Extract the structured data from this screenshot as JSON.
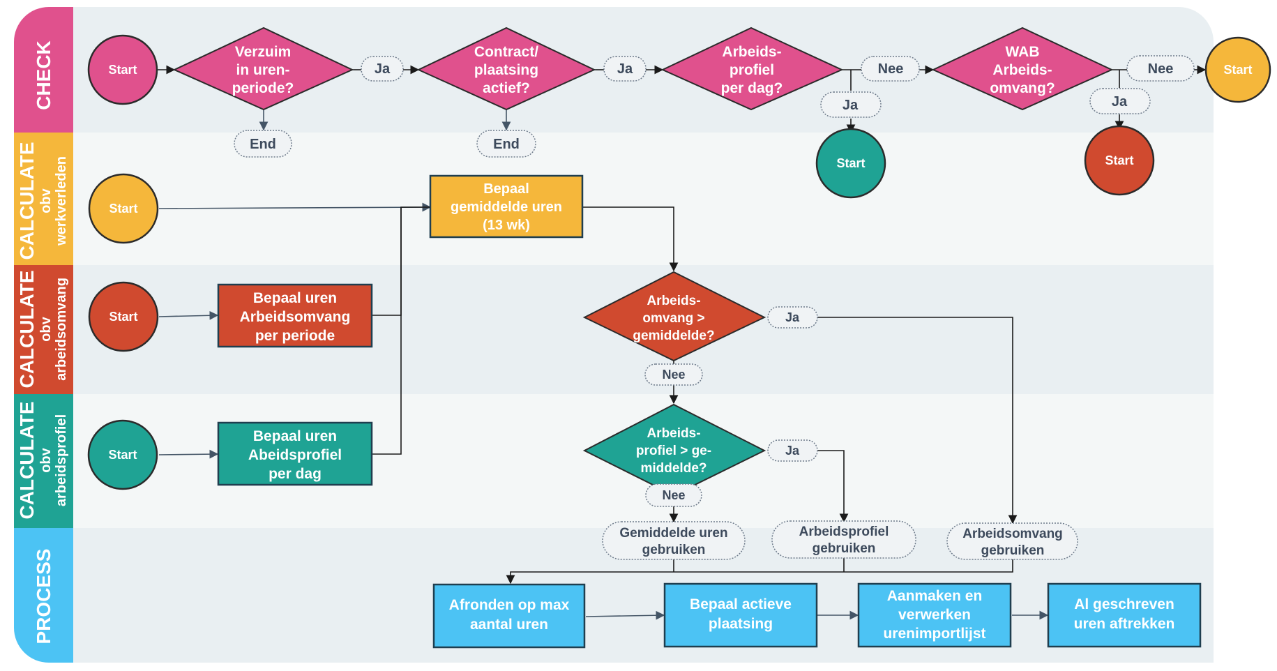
{
  "colors": {
    "pink": "#e0518d",
    "yellow": "#f5b73b",
    "red": "#d04a2f",
    "teal": "#1fa394",
    "blue": "#4cc3f4",
    "lane_bg_a": "#e9eff2",
    "lane_bg_b": "#f4f7f7",
    "pill_bg": "#f0f3f5",
    "pill_border": "#6d7a8a"
  },
  "lanes": [
    {
      "id": "check",
      "title": "CHECK",
      "subtitle": [],
      "color": "#e0518d"
    },
    {
      "id": "calc-werkverleden",
      "title": "CALCULATE",
      "subtitle": [
        "obv",
        "werkverleden"
      ],
      "color": "#f5b73b"
    },
    {
      "id": "calc-arbeidsomvang",
      "title": "CALCULATE",
      "subtitle": [
        "obv",
        "arbeidsomvang"
      ],
      "color": "#d04a2f"
    },
    {
      "id": "calc-arbeidsprofiel",
      "title": "CALCULATE",
      "subtitle": [
        "obv",
        "arbeidsprofiel"
      ],
      "color": "#1fa394"
    },
    {
      "id": "process",
      "title": "PROCESS",
      "subtitle": [],
      "color": "#4cc3f4"
    }
  ],
  "nodes": {
    "check_start": {
      "lines": [
        "Start"
      ]
    },
    "d_verzuim": {
      "lines": [
        "Verzuim",
        "in uren-",
        "periode?"
      ]
    },
    "d_contract": {
      "lines": [
        "Contract/",
        "plaatsing",
        "actief?"
      ]
    },
    "d_profiel_dag": {
      "lines": [
        "Arbeids-",
        "profiel",
        "per dag?"
      ]
    },
    "d_wab": {
      "lines": [
        "WAB",
        "Arbeids-",
        "omvang?"
      ]
    },
    "start_yellow_end": {
      "lines": [
        "Start"
      ]
    },
    "start_teal_check": {
      "lines": [
        "Start"
      ]
    },
    "start_red_check": {
      "lines": [
        "Start"
      ]
    },
    "end_1": {
      "lines": [
        "End"
      ]
    },
    "end_2": {
      "lines": [
        "End"
      ]
    },
    "werk_start": {
      "lines": [
        "Start"
      ]
    },
    "bepaal_gem": {
      "lines": [
        "Bepaal",
        "gemiddelde uren",
        "(13 wk)"
      ]
    },
    "omvang_start": {
      "lines": [
        "Start"
      ]
    },
    "bepaal_omvang": {
      "lines": [
        "Bepaal uren",
        "Arbeidsomvang",
        "per periode"
      ]
    },
    "d_omvang_gem": {
      "lines": [
        "Arbeids-",
        "omvang >",
        "gemiddelde?"
      ]
    },
    "profiel_start": {
      "lines": [
        "Start"
      ]
    },
    "bepaal_profiel": {
      "lines": [
        "Bepaal uren",
        "Abeidsprofiel",
        "per dag"
      ]
    },
    "d_profiel_gem": {
      "lines": [
        "Arbeids-",
        "profiel > ge-",
        "middelde?"
      ]
    },
    "gem_gebruiken": {
      "lines": [
        "Gemiddelde uren",
        "gebruiken"
      ]
    },
    "profiel_gebruiken": {
      "lines": [
        "Arbeidsprofiel",
        "gebruiken"
      ]
    },
    "omvang_gebruiken": {
      "lines": [
        "Arbeidsomvang",
        "gebruiken"
      ]
    },
    "afronden": {
      "lines": [
        "Afronden op max",
        "aantal uren"
      ]
    },
    "bepaal_plaatsing": {
      "lines": [
        "Bepaal actieve",
        "plaatsing"
      ]
    },
    "aanmaken": {
      "lines": [
        "Aanmaken en",
        "verwerken",
        "urenimportlijst"
      ]
    },
    "al_geschreven": {
      "lines": [
        "Al geschreven",
        "uren aftrekken"
      ]
    }
  },
  "labels": {
    "ja_1": "Ja",
    "ja_2": "Ja",
    "nee_1": "Nee",
    "ja_3": "Ja",
    "nee_2": "Nee",
    "ja_4": "Ja",
    "ja_5": "Ja",
    "nee_3": "Nee",
    "ja_6": "Ja",
    "nee_4": "Nee"
  }
}
